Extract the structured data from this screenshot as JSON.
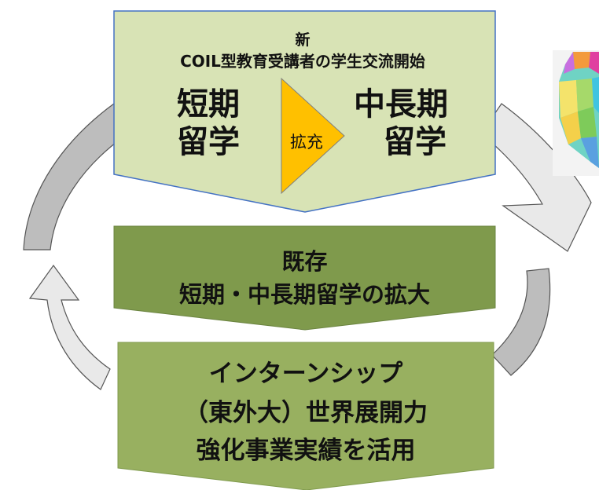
{
  "top_box": {
    "new_label": "新",
    "subtitle": "COIL型教育受講者の学生交流開始",
    "short_term_line1": "短期",
    "short_term_line2": "留学",
    "expand_label": "拡充",
    "mid_long_line1": "中長期",
    "mid_long_line2": "留学"
  },
  "middle_box": {
    "line1": "既存",
    "line2": "短期・中長期留学の拡大"
  },
  "bottom_box": {
    "line1": "インターンシップ",
    "line2": "（東外大）世界展開力",
    "line3": "強化事業実績を活用"
  },
  "colors": {
    "top_box_fill": "#d8e3b5",
    "top_box_border": "#4472c4",
    "middle_box_fill": "#7f9a4c",
    "bottom_box_fill": "#98b060",
    "expand_triangle": "#ffc000",
    "cycle_arrow_gray": "#bdbdbd",
    "cycle_arrow_light": "#e9e9e9"
  },
  "icons": [
    "cycle-arrow-left",
    "cycle-arrow-right",
    "expand-triangle-icon",
    "map-fragment"
  ]
}
